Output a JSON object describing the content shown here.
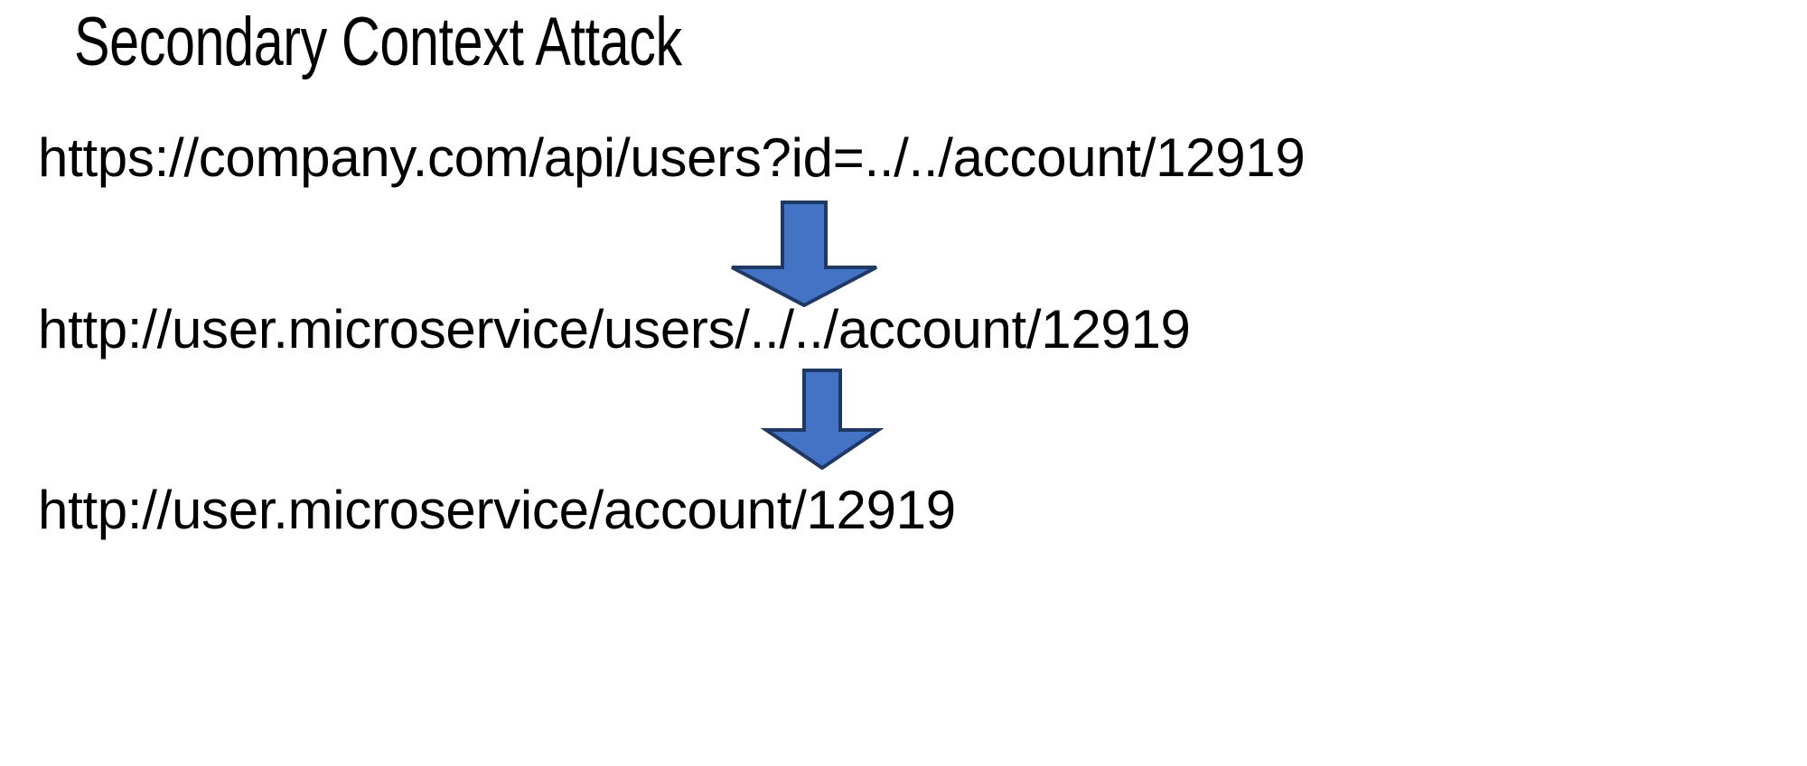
{
  "slide": {
    "title": "Secondary Context Attack",
    "background_color": "#FFFFFF",
    "text_color": "#000000"
  },
  "flow": {
    "steps": [
      {
        "id": "original-request",
        "url": "https://company.com/api/users?id=../../account/12919"
      },
      {
        "id": "proxied-request",
        "url": "http://user.microservice/users/../../account/12919"
      },
      {
        "id": "normalized-request",
        "url": "http://user.microservice/account/12919"
      }
    ],
    "arrows": [
      {
        "id": "arrow-1",
        "direction": "down",
        "icon": "down-arrow-icon"
      },
      {
        "id": "arrow-2",
        "direction": "down",
        "icon": "down-arrow-icon"
      }
    ],
    "arrow_fill_color": "#4472C4",
    "arrow_stroke_color": "#1F3864"
  }
}
